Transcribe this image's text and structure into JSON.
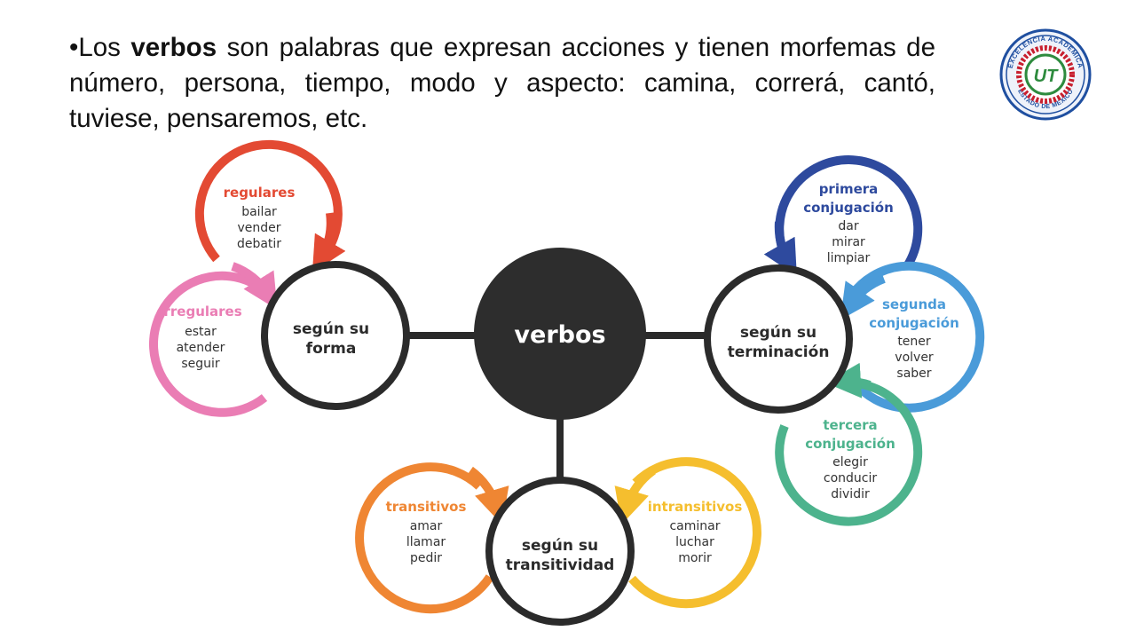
{
  "intro": {
    "bullet": "•",
    "before": "Los ",
    "bold": "verbos",
    "after": " son palabras que expresan acciones y tienen morfemas de número, persona, tiempo, modo y aspecto: camina, correrá, cantó, tuviese, pensaremos, etc."
  },
  "logo": {
    "ring_text_top": "EXCELENCIA ACADEMICA",
    "ring_text_bottom": "ESTADO DE MEXICO",
    "emblem": "UT",
    "colors": {
      "ring": "#1f4fa0",
      "inner": "#c8202f",
      "emblem": "#2e8b3e"
    }
  },
  "diagram": {
    "center": {
      "label": "verbos",
      "color": "#2d2d2d"
    },
    "hubs": {
      "forma": {
        "line1": "según su",
        "line2": "forma"
      },
      "terminacion": {
        "line1": "según su",
        "line2": "terminación"
      },
      "transitividad": {
        "line1": "según su",
        "line2": "transitividad"
      }
    },
    "categories": {
      "regulares": {
        "title": "regulares",
        "examples": [
          "bailar",
          "vender",
          "debatir"
        ],
        "color": "#e34a33"
      },
      "irregulares": {
        "title": "irregulares",
        "examples": [
          "estar",
          "atender",
          "seguir"
        ],
        "color": "#ea7db4"
      },
      "primera": {
        "title1": "primera",
        "title2": "conjugación",
        "examples": [
          "dar",
          "mirar",
          "limpiar"
        ],
        "color": "#2e4a9e"
      },
      "segunda": {
        "title1": "segunda",
        "title2": "conjugación",
        "examples": [
          "tener",
          "volver",
          "saber"
        ],
        "color": "#4a9bd9"
      },
      "tercera": {
        "title1": "tercera",
        "title2": "conjugación",
        "examples": [
          "elegir",
          "conducir",
          "dividir"
        ],
        "color": "#4db38d"
      },
      "transitivos": {
        "title": "transitivos",
        "examples": [
          "amar",
          "llamar",
          "pedir"
        ],
        "color": "#ef8633"
      },
      "intransitivos": {
        "title": "intransitivos",
        "examples": [
          "caminar",
          "luchar",
          "morir"
        ],
        "color": "#f5be2e"
      }
    }
  }
}
